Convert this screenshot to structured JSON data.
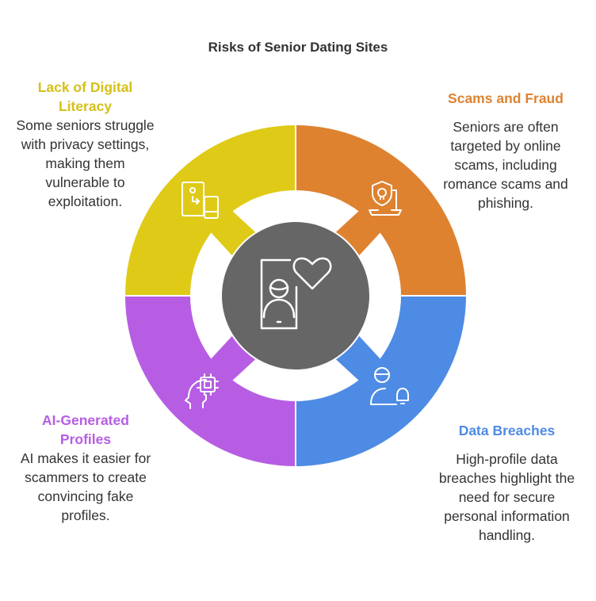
{
  "title": "Risks of Senior Dating Sites",
  "colors": {
    "yellow": "#DFCB17",
    "orange": "#DE8230",
    "blue": "#4E8BE4",
    "purple": "#B75DE3",
    "center": "#666666"
  },
  "sections": [
    {
      "heading": "Lack of Digital Literacy",
      "body": "Some seniors struggle with privacy settings, making them vulnerable to exploitation.",
      "icon": "phone-transfer-icon"
    },
    {
      "heading": "Scams and Fraud",
      "body": "Seniors are often targeted by online scams, including romance scams and phishing.",
      "icon": "skull-shield-laptop-icon"
    },
    {
      "heading": "Data Breaches",
      "body": "High-profile data breaches highlight the need for secure personal information handling.",
      "icon": "hacker-alert-icon"
    },
    {
      "heading": "AI-Generated Profiles",
      "body": "AI makes it easier for scammers to create convincing fake profiles.",
      "icon": "ai-head-chip-icon"
    }
  ],
  "center_icon": "phone-profile-heart-icon"
}
